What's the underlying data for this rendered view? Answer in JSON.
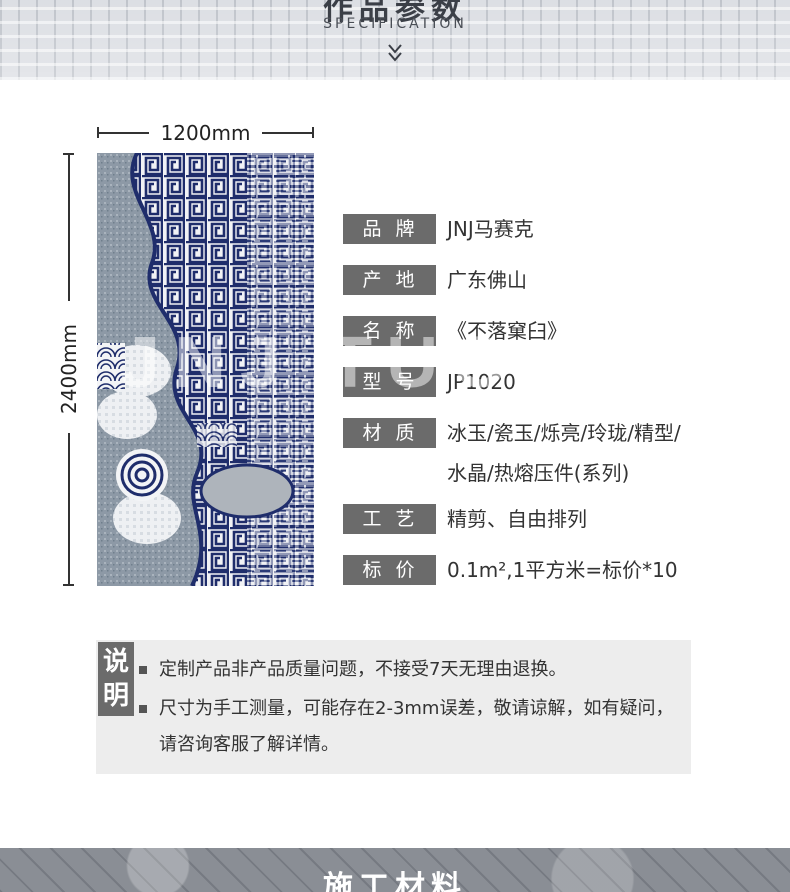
{
  "header": {
    "title": "作品参数",
    "subtitle": "SPECIFICATION",
    "icon": "double-chevron-down-icon"
  },
  "dimensions": {
    "width_label": "1200mm",
    "height_label": "2400mm"
  },
  "artwork": {
    "watermark": "JNJ TUO",
    "colors": {
      "navy": "#1f2d6b",
      "white": "#f3f4f6",
      "grey": "#9aa3ad",
      "teal": "#7f97a6"
    }
  },
  "specs": [
    {
      "label": "品牌",
      "value": "JNJ马赛克"
    },
    {
      "label": "产地",
      "value": "广东佛山"
    },
    {
      "label": "名称",
      "value": "《不落窠臼》"
    },
    {
      "label": "型号",
      "value": "JP1020"
    },
    {
      "label": "材质",
      "value": "冰玉/瓷玉/烁亮/玲珑/精型/水晶/热熔压件(系列)"
    },
    {
      "label": "工艺",
      "value": "精剪、自由排列"
    },
    {
      "label": "标价",
      "value": "0.1m²,1平方米=标价*10"
    }
  ],
  "notice": {
    "tag_line1": "说",
    "tag_line2": "明",
    "items": [
      "定制产品非产品质量问题，不接受7天无理由退换。",
      "尺寸为手工测量，可能存在2-3mm误差，敬请谅解，如有疑问，请咨询客服了解详情。"
    ]
  },
  "footer": {
    "title": "施工材料"
  },
  "colors": {
    "label_bg": "#6b6b6b",
    "notice_bg": "#ededed"
  }
}
